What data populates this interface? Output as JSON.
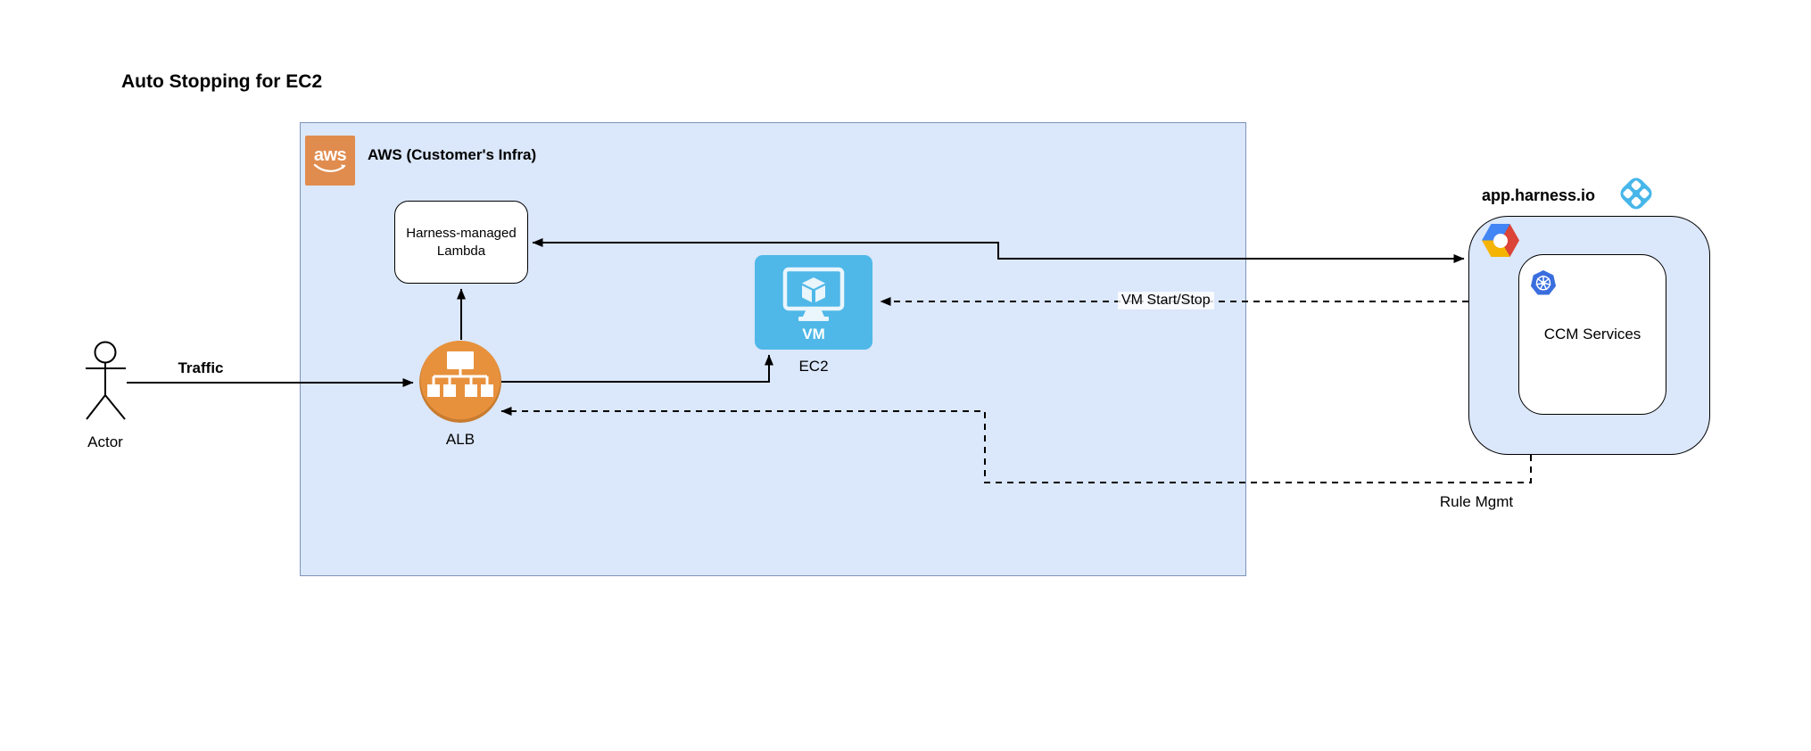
{
  "title": "Auto Stopping for EC2",
  "actor": {
    "label": "Actor"
  },
  "aws": {
    "logo_text": "aws",
    "label": "AWS (Customer's Infra)"
  },
  "nodes": {
    "lambda": {
      "label": "Harness-managed Lambda"
    },
    "alb": {
      "label": "ALB"
    },
    "ec2": {
      "label": "EC2",
      "badge": "VM"
    }
  },
  "harness": {
    "label": "app.harness.io",
    "ccm": {
      "label": "CCM Services"
    }
  },
  "edges": {
    "traffic": "Traffic",
    "vm_start_stop": "VM Start/Stop",
    "rule_mgmt": "Rule Mgmt"
  },
  "colors": {
    "aws_region_fill": "#dbe7fa",
    "aws_region_stroke": "#7d93bb",
    "aws_logo_orange": "#e08c4f",
    "alb_orange": "#e8913d",
    "alb_orange_dark": "#c87c30",
    "ec2_blue": "#4fb8e8",
    "harness_logo_blue": "#47b6e9",
    "harness_box_fill": "#dbe7fa",
    "kubernetes_blue": "#3a6ede",
    "gcp_blue": "#4285f4",
    "gcp_red": "#db4437",
    "gcp_yellow": "#f4b400",
    "connector_black": "#000000"
  }
}
